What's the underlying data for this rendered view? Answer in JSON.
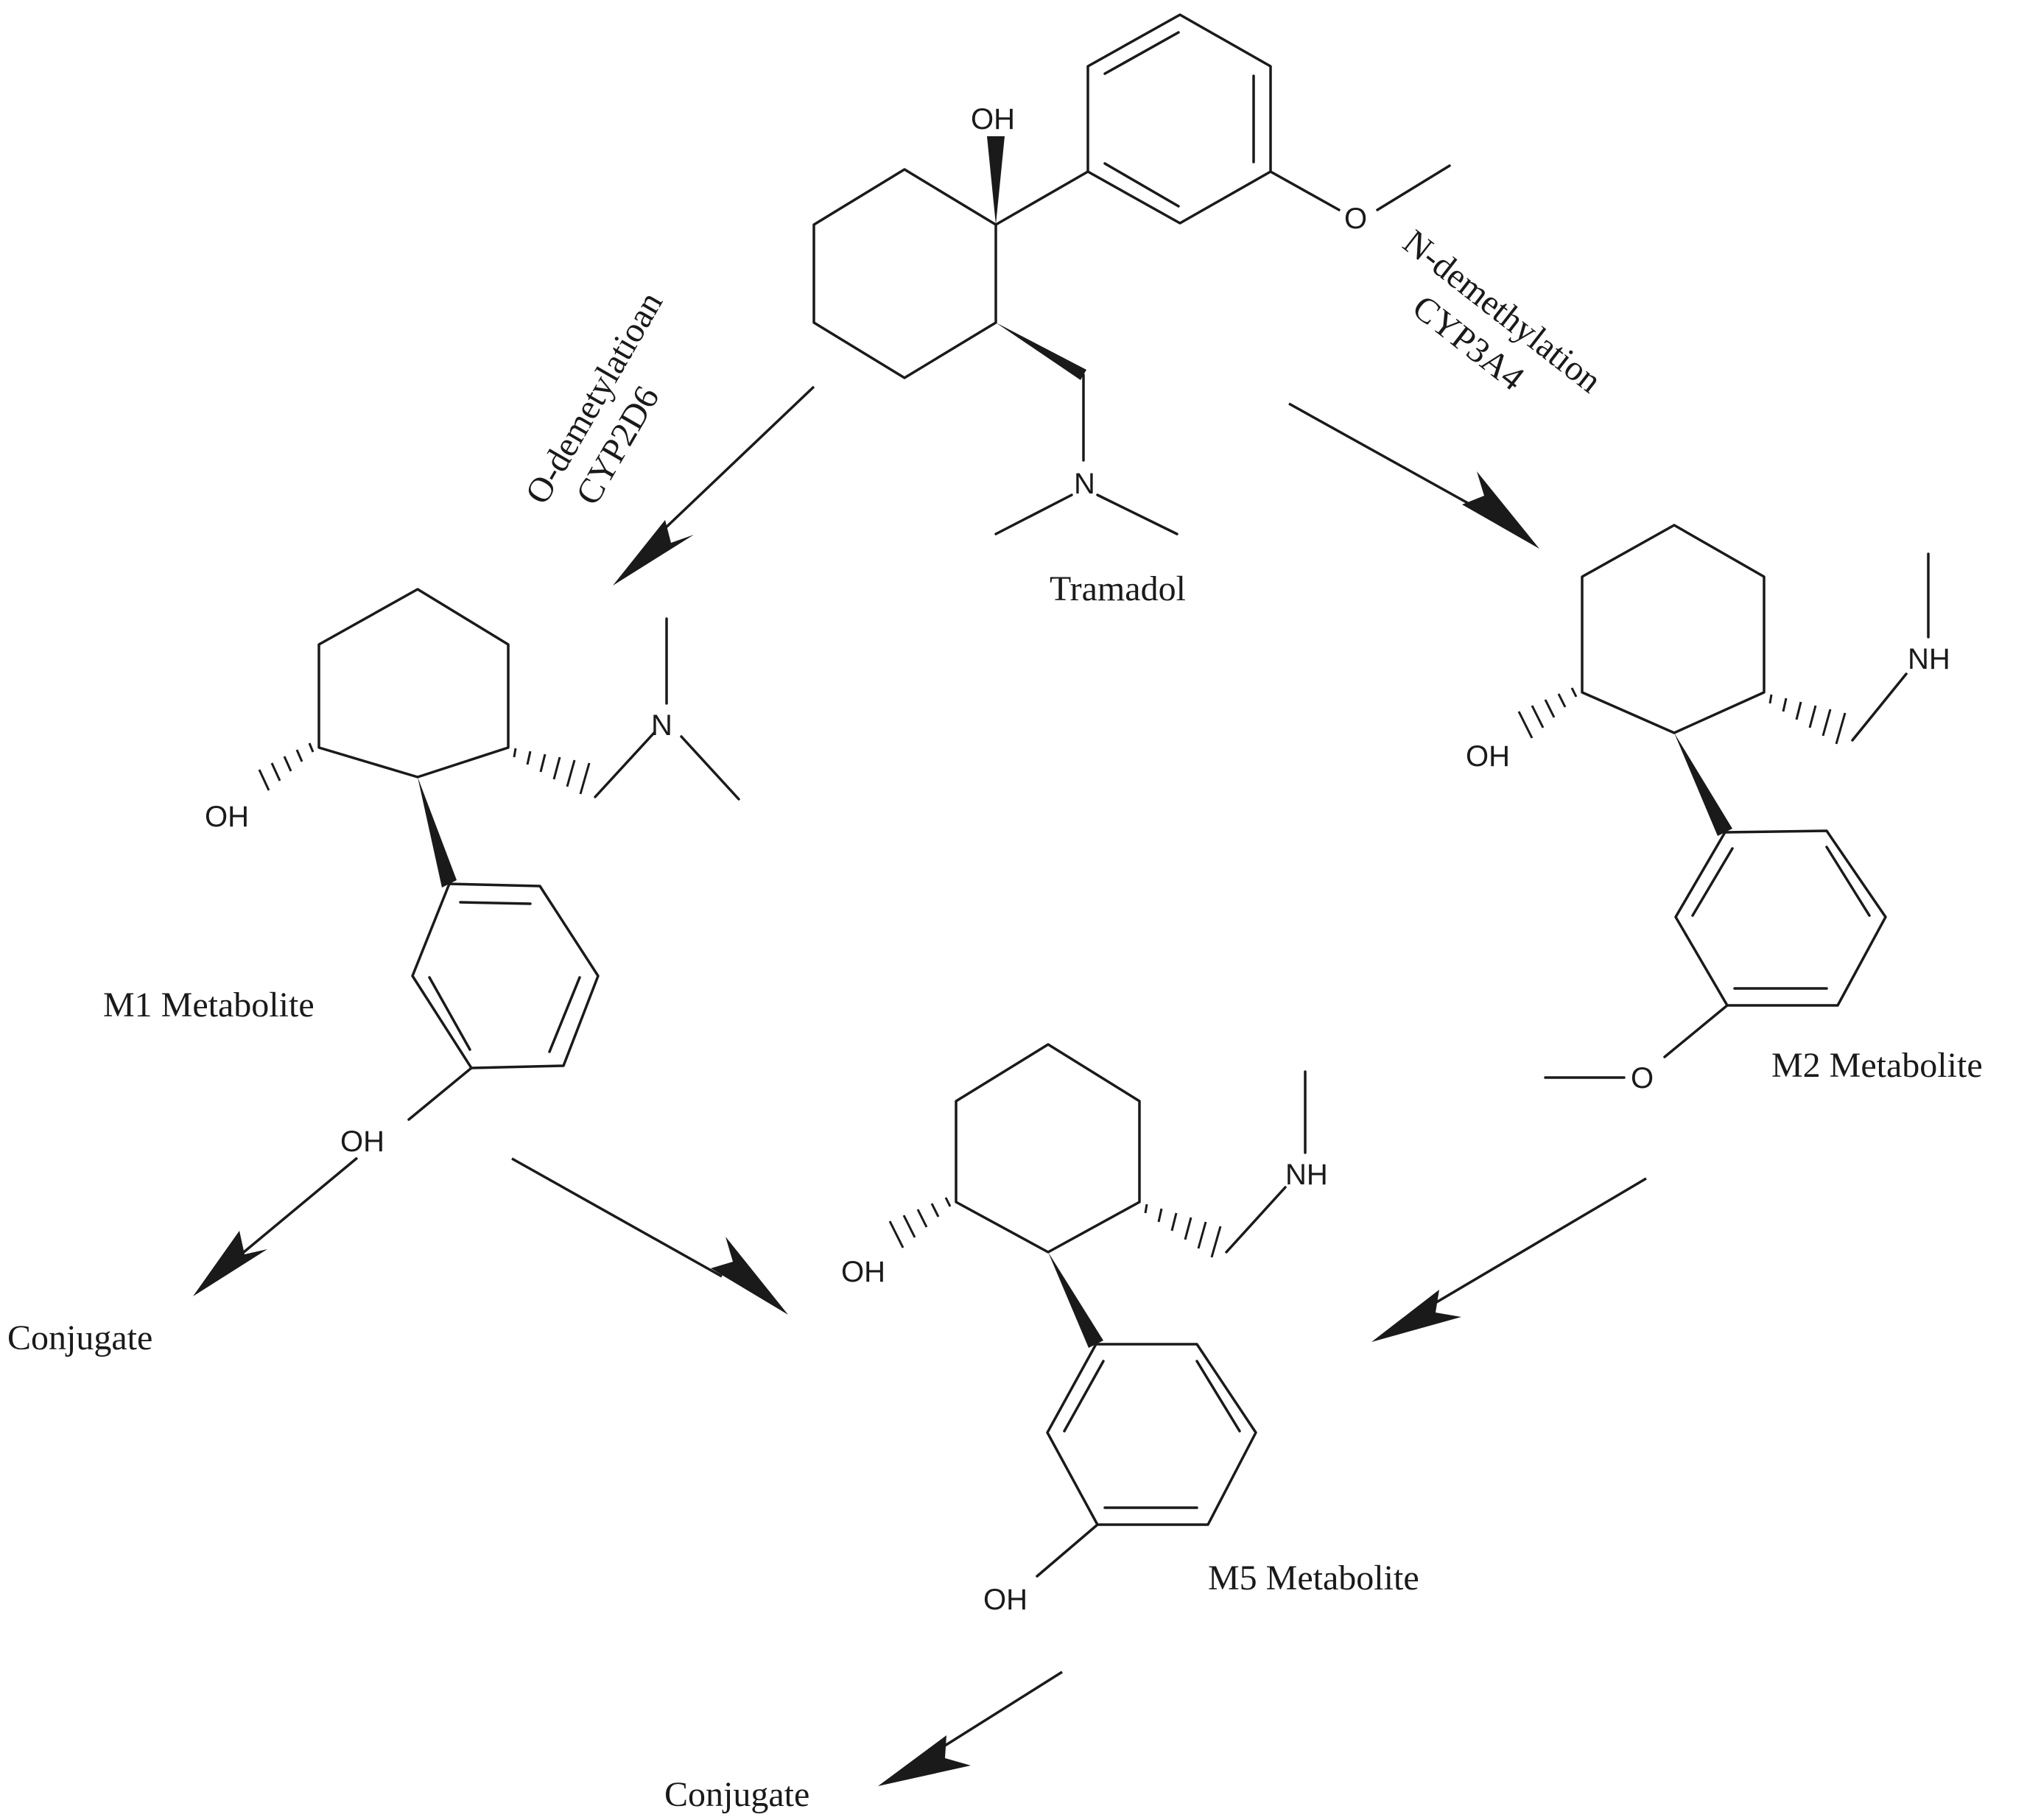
{
  "atoms": {
    "oh": "OH",
    "o": "O",
    "n": "N",
    "nh": "NH"
  },
  "labels": {
    "tramadol": "Tramadol",
    "m1": "M1 Metabolite",
    "m2": "M2 Metabolite",
    "m5": "M5 Metabolite",
    "conjugate": "Conjugate"
  },
  "reactions": {
    "o_demethylation": {
      "name": "O-demetylatioan",
      "enzyme": "CYP2D6"
    },
    "n_demethylation": {
      "name": "N-demethylation",
      "enzyme": "CYP3A4"
    }
  }
}
